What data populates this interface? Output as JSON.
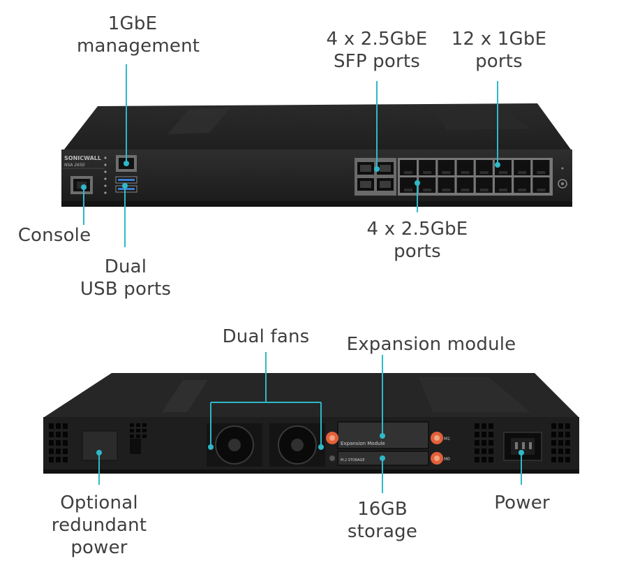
{
  "front": {
    "brand": "SONICWALL",
    "model": "NSA 2650",
    "labels": {
      "mgmt": [
        "1GbE",
        "management"
      ],
      "sfp": [
        "4 x 2.5GbE",
        "SFP ports"
      ],
      "gbe12": [
        "12 x 1GbE",
        "ports"
      ],
      "console": [
        "Console"
      ],
      "usb": [
        "Dual",
        "USB ports"
      ],
      "gbe4": [
        "4 x 2.5GbE",
        "ports"
      ]
    }
  },
  "back": {
    "expansion_text": "Expansion Module",
    "m2_text": "M.2 STORAGE",
    "m1_text": "M1",
    "m0_text": "M0",
    "labels": {
      "fans": [
        "Dual fans"
      ],
      "expansion": [
        "Expansion module"
      ],
      "psu": [
        "Optional",
        "redundant",
        "power"
      ],
      "storage": [
        "16GB",
        "storage"
      ],
      "power": [
        "Power"
      ]
    }
  },
  "colors": {
    "callout": "#2fb8c9",
    "chassis": "#2b2b2b",
    "text": "#3f3f3f",
    "screw": "#e2603a"
  }
}
